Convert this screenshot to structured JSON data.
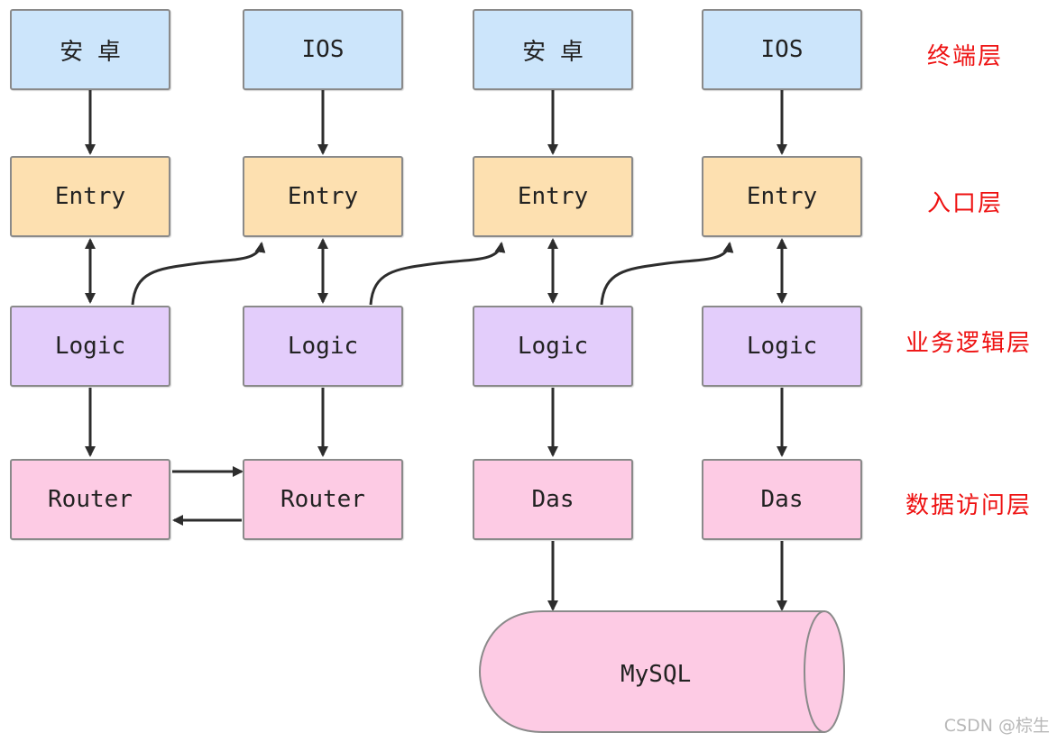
{
  "nodes": {
    "terminal": [
      "安 卓",
      "IOS",
      "安 卓",
      "IOS"
    ],
    "entry": [
      "Entry",
      "Entry",
      "Entry",
      "Entry"
    ],
    "logic": [
      "Logic",
      "Logic",
      "Logic",
      "Logic"
    ],
    "data": [
      "Router",
      "Router",
      "Das",
      "Das"
    ],
    "database": "MySQL"
  },
  "layers": {
    "terminal": "终端层",
    "entry": "入口层",
    "logic": "业务逻辑层",
    "data": "数据访问层"
  },
  "watermark": "CSDN @棕生",
  "colors": {
    "terminal": "#cce5fb",
    "entry": "#fde0b0",
    "logic": "#e3cdfb",
    "data": "#fdcbe4",
    "layer_label": "#ee1111",
    "arrow": "#2d2d2d"
  }
}
